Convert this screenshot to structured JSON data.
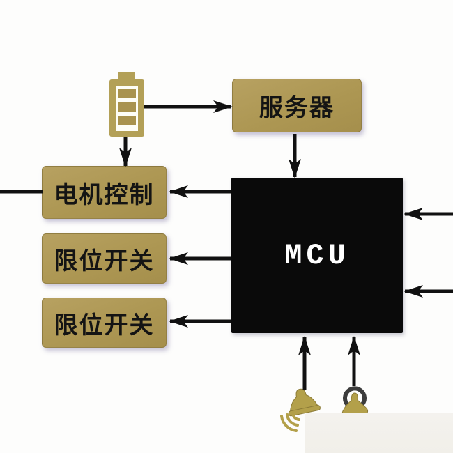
{
  "diagram": {
    "type": "block-diagram",
    "nodes": {
      "mcu": {
        "label": "MCU"
      },
      "server": {
        "label": "服务器"
      },
      "motor_control": {
        "label": "电机控制"
      },
      "limit_switch_top": {
        "label": "限位开关"
      },
      "limit_switch_bottom": {
        "label": "限位开关"
      }
    },
    "icons": [
      {
        "name": "battery-icon"
      },
      {
        "name": "buzzer-icon"
      },
      {
        "name": "wireless-button-icon"
      }
    ],
    "edges": [
      {
        "from": "battery",
        "to": "server",
        "arrow": "right"
      },
      {
        "from": "battery",
        "to": "motor_control",
        "arrow": "down"
      },
      {
        "from": "server",
        "to": "mcu",
        "arrow": "down"
      },
      {
        "from": "mcu",
        "to": "motor_control",
        "arrow": "left"
      },
      {
        "from": "mcu",
        "to": "limit_switch_top",
        "arrow": "left"
      },
      {
        "from": "mcu",
        "to": "limit_switch_bottom",
        "arrow": "left"
      },
      {
        "from": "motor_control",
        "to": "off-screen-left",
        "arrow": "none"
      },
      {
        "from": "off-screen-right",
        "to": "mcu",
        "arrow": "left"
      },
      {
        "from": "off-screen-right",
        "to": "mcu",
        "arrow": "left"
      },
      {
        "from": "buzzer",
        "to": "mcu",
        "arrow": "up"
      },
      {
        "from": "wireless_button",
        "to": "mcu",
        "arrow": "up"
      }
    ],
    "colors": {
      "box_gold": "#ad9753",
      "icon_gold": "#b3a04a",
      "mcu_black": "#0a0a0a",
      "arrow_black": "#111111",
      "label_text": "#141414",
      "mcu_text": "#ffffff",
      "background": "#fdfdfc",
      "watermark_cover": "#f3f1ec"
    }
  }
}
